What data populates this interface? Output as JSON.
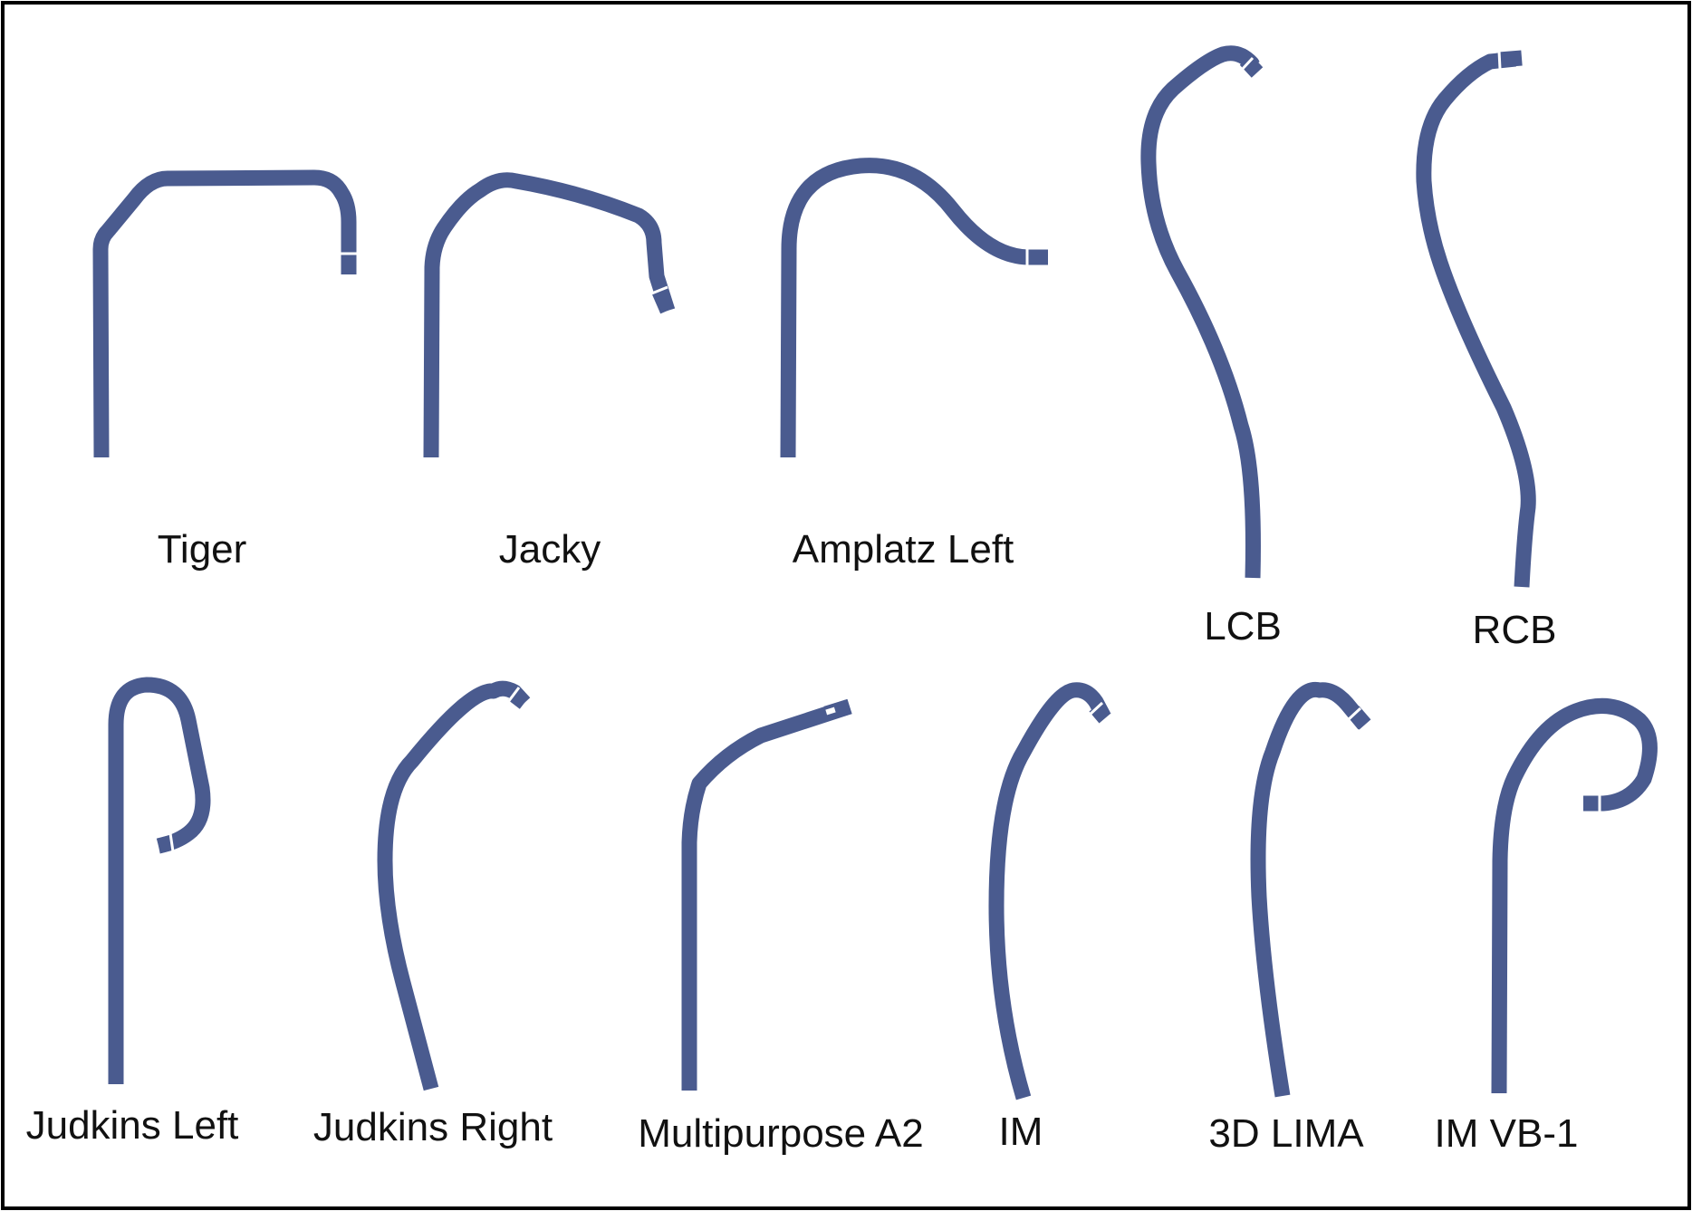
{
  "colors": {
    "catheter": "#4a5b8f",
    "tip_gap": "#ffffff",
    "frame": "#000000",
    "label": "#111111"
  },
  "catheters": [
    {
      "id": "tiger",
      "label": "Tiger"
    },
    {
      "id": "jacky",
      "label": "Jacky"
    },
    {
      "id": "amplatz-left",
      "label": "Amplatz Left"
    },
    {
      "id": "lcb",
      "label": "LCB"
    },
    {
      "id": "rcb",
      "label": "RCB"
    },
    {
      "id": "judkins-left",
      "label": "Judkins Left"
    },
    {
      "id": "judkins-right",
      "label": "Judkins Right"
    },
    {
      "id": "multipurpose-a2",
      "label": "Multipurpose A2"
    },
    {
      "id": "im",
      "label": "IM"
    },
    {
      "id": "3d-lima",
      "label": "3D LIMA"
    },
    {
      "id": "im-vb-1",
      "label": "IM VB-1"
    }
  ]
}
